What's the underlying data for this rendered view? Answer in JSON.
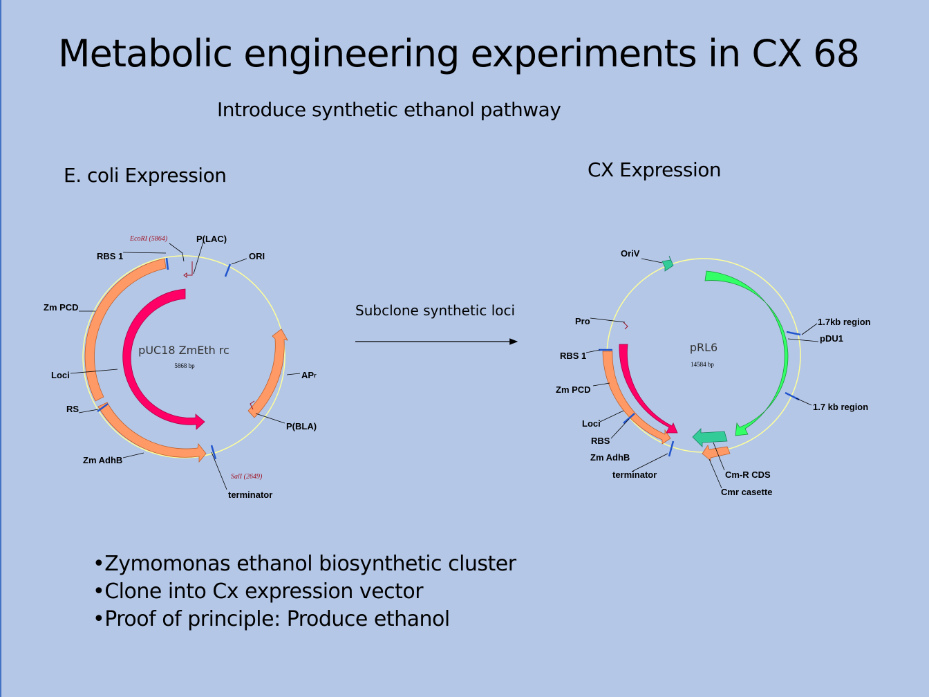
{
  "slide": {
    "title": "Metabolic engineering experiments in CX 68",
    "subtitle": "Introduce synthetic ethanol pathway",
    "left_heading": "E. coli Expression",
    "right_heading": "CX Expression",
    "arrow_label": "Subclone synthetic loci",
    "bullets": [
      "•Zymomonas ethanol  biosynthetic cluster",
      "•Clone into Cx expression vector",
      "•Proof of principle: Produce ethanol"
    ]
  },
  "plasmid_left": {
    "name": "pUC18  ZmEth rc",
    "size": "5868 bp",
    "labels": {
      "ecori": "EcoRI (5864)",
      "plac": "P(LAC)",
      "rbs1": "RBS 1",
      "ori": "ORI",
      "zmpcd": "Zm PCD",
      "apr": "AP",
      "apr_sup": "r",
      "loci": "Loci",
      "rs": "RS",
      "pbla": "P(BLA)",
      "zmadhb": "Zm AdhB",
      "sali": "SalI (2649)",
      "terminator": "terminator"
    }
  },
  "plasmid_right": {
    "name": "pRL6",
    "size": "14584 bp",
    "labels": {
      "oriv": "OriV",
      "pro": "Pro",
      "region1": "1.7kb region",
      "pdu1": "pDU1",
      "rbs1": "RBS 1",
      "zmpcd": "Zm PCD",
      "region2": "1.7 kb region",
      "loci": "Loci",
      "rbs": "RBS",
      "zmadhb": "Zm AdhB",
      "terminator": "terminator",
      "cmr_cds": "Cm-R CDS",
      "cmr_cassette": "Cmr casette"
    }
  },
  "colors": {
    "background": "#b4c7e7",
    "backbone": "#ffff99",
    "orange_feature": "#ff9966",
    "magenta_feature": "#ff0066",
    "green_feature": "#33ff66",
    "teal_feature": "#33cc99",
    "marker": "#2255cc",
    "site_text": "#a01020"
  }
}
